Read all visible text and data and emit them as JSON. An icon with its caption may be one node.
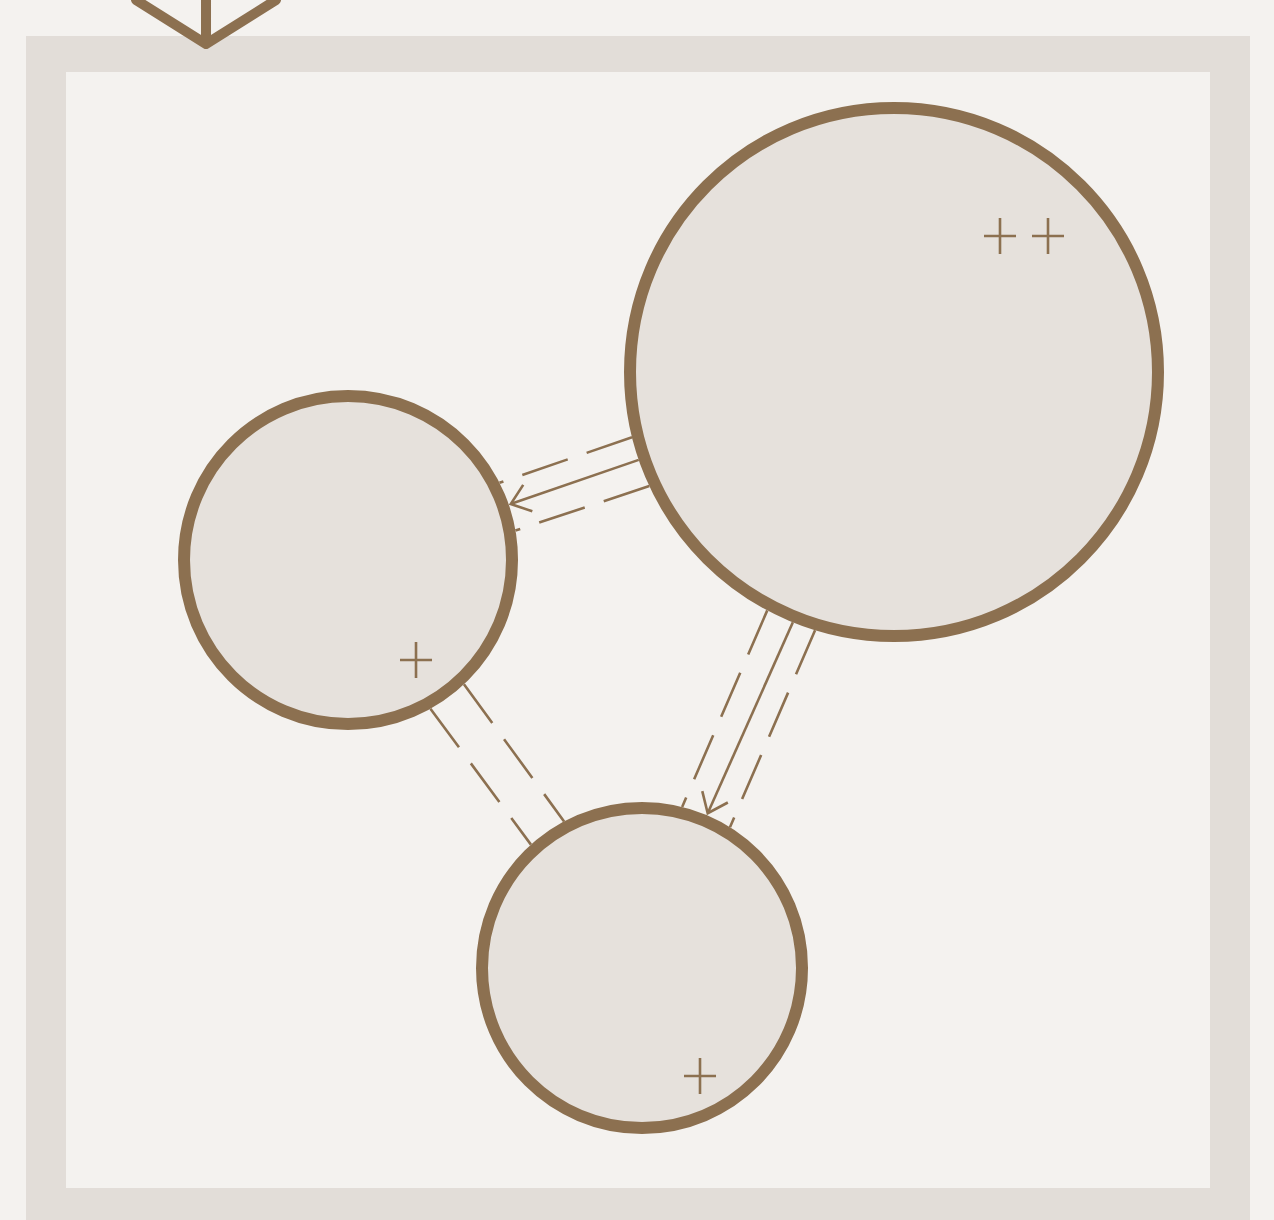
{
  "diagram": {
    "nodes": [
      {
        "text": [],
        "shape": "circle"
      },
      {
        "text": [],
        "shape": "circle"
      },
      {
        "text": [],
        "shape": "circle"
      }
    ],
    "edges": [
      {
        "from": 0,
        "to": 1,
        "arrow": "none",
        "style": "dashed"
      },
      {
        "from": 0,
        "to": 1,
        "arrow": "to"
      },
      {
        "from": 0,
        "to": 1,
        "arrow": "none",
        "style": "dashed"
      },
      {
        "from": 0,
        "to": 2,
        "arrow": "none",
        "style": "dashed"
      },
      {
        "from": 0,
        "to": 2,
        "arrow": "to"
      },
      {
        "from": 0,
        "to": 2,
        "arrow": "none",
        "style": "dashed"
      },
      {
        "from": 1,
        "to": 2,
        "arrow": "none",
        "style": "dashed"
      },
      {
        "from": 1,
        "to": 2,
        "arrow": "none",
        "style": "dashed"
      }
    ]
  }
}
